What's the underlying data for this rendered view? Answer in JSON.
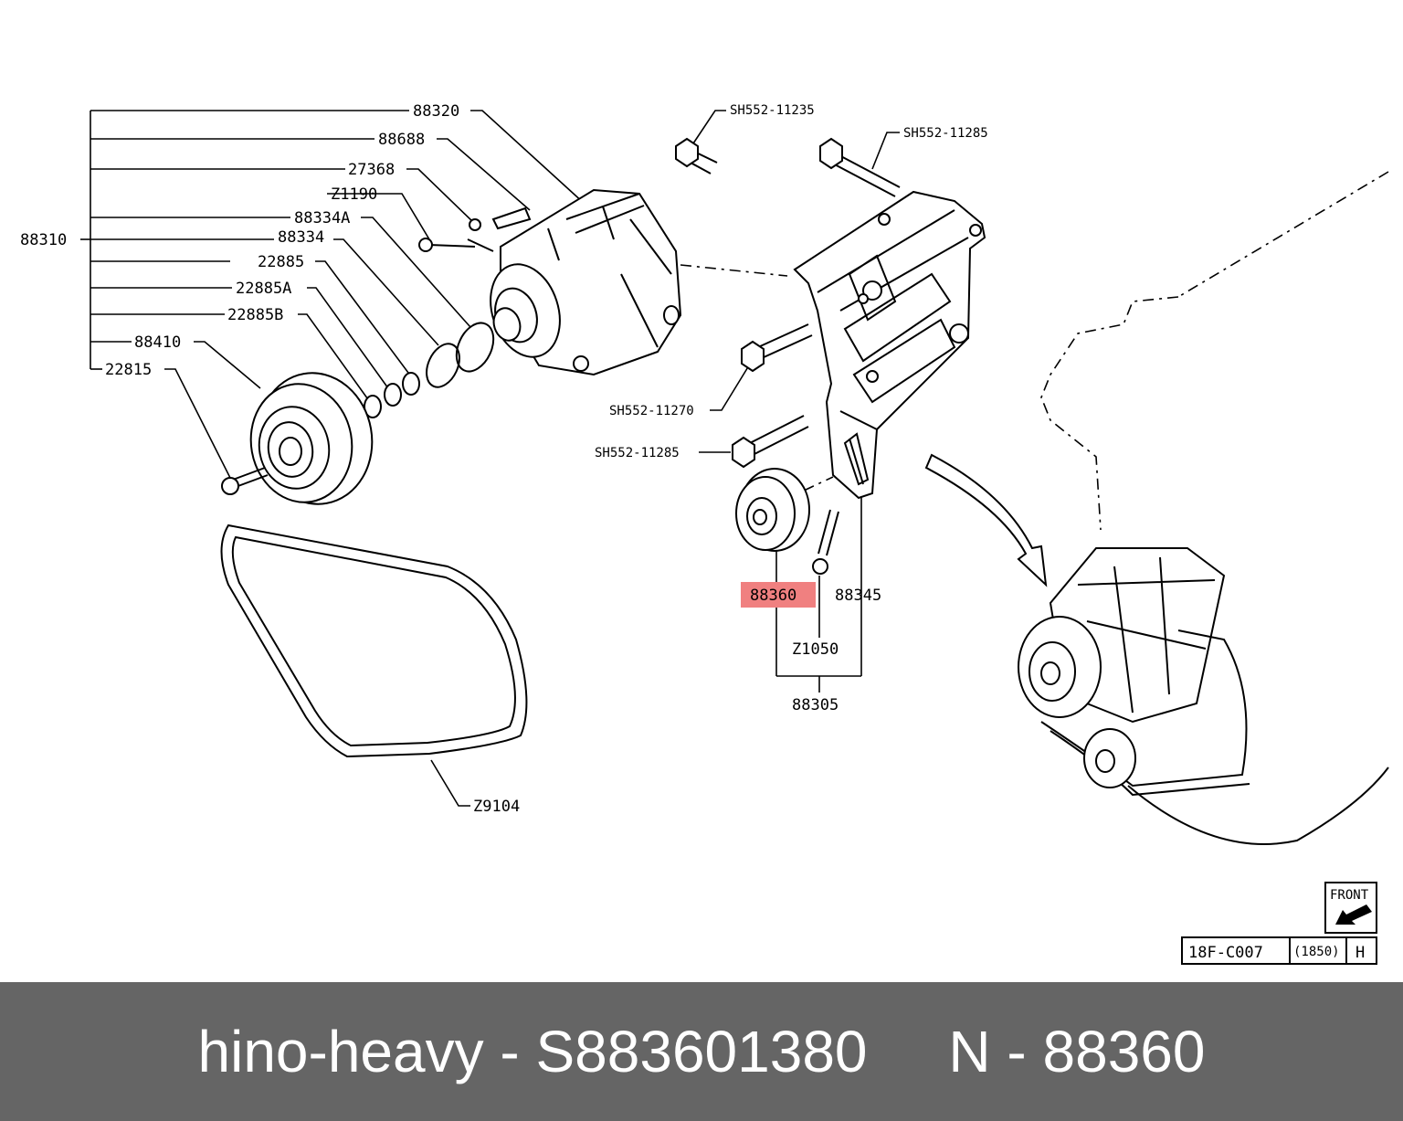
{
  "labels": {
    "p88320": "88320",
    "p88688": "88688",
    "p27368": "27368",
    "pZ1190": "Z1190",
    "p88334A": "88334A",
    "p88310": "88310",
    "p88334": "88334",
    "p22885": "22885",
    "p22885A": "22885A",
    "p22885B": "22885B",
    "p88410": "88410",
    "p22815": "22815",
    "pSH552_11235": "SH552-11235",
    "pSH552_11285a": "SH552-11285",
    "pSH552_11270": "SH552-11270",
    "pSH552_11285b": "SH552-11285",
    "p88360": "88360",
    "p88345": "88345",
    "pZ1050": "Z1050",
    "p88305": "88305",
    "pZ9104": "Z9104"
  },
  "front_box": {
    "label": "FRONT"
  },
  "info_box": {
    "code": "18F-C007",
    "number": "(1850)",
    "letter": "H"
  },
  "highlight_color": "#f08080",
  "footer": {
    "text": "hino-heavy - S883601380     N - 88360"
  }
}
